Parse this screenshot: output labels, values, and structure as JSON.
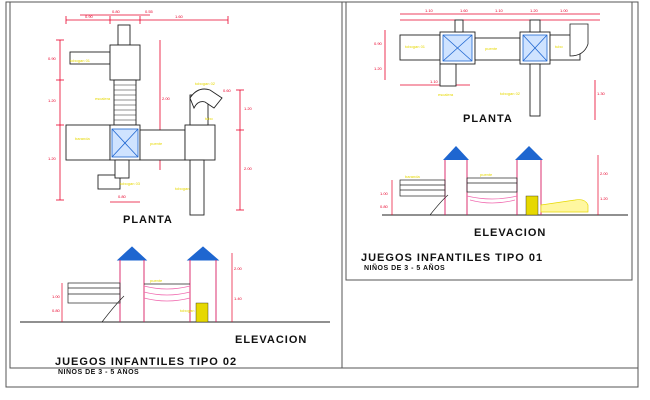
{
  "drawing_02": {
    "plan_label": "PLANTA",
    "elevation_label": "ELEVACION",
    "title": "JUEGOS INFANTILES  TIPO 02",
    "subtitle": "NIÑOS DE 3 - 5 AÑOS"
  },
  "drawing_01": {
    "plan_label": "PLANTA",
    "elevation_label": "ELEVACION",
    "title": "JUEGOS INFANTILES TIPO 01",
    "subtitle": "NIÑOS DE 3 - 5 AÑOS"
  },
  "colors": {
    "frame": "#555555",
    "dimension": "#e8002a",
    "structure": "#222222",
    "roof": "#1e66d0",
    "post": "#d81b60",
    "label_yellow": "#e6d800",
    "slide": "#f06bb0"
  }
}
